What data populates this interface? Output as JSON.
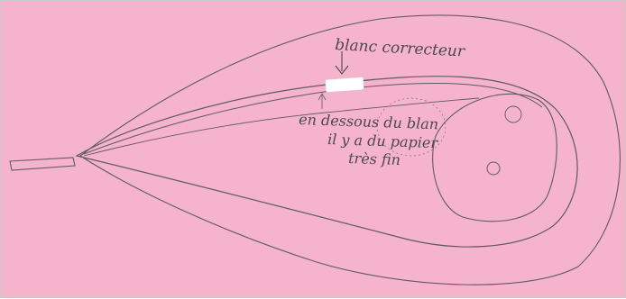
{
  "paper_color": "#f5b4cc",
  "ink_color": "#5f5a62",
  "labels": {
    "correcteur": "blanc correcteur",
    "note_line1": "en dessous du blan",
    "note_line2": "il y a du papier",
    "note_line3": "très fin"
  }
}
